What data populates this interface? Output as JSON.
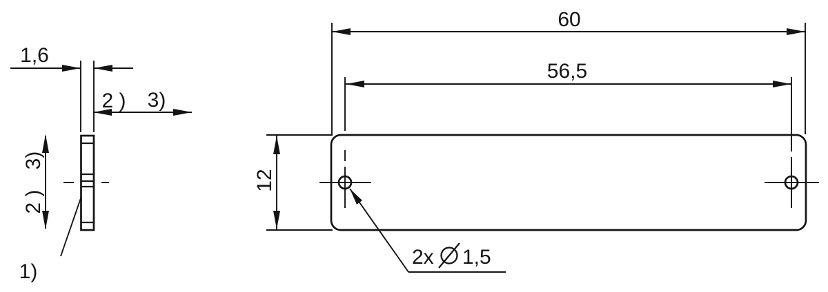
{
  "colors": {
    "ink": "#141414",
    "background": "#ffffff"
  },
  "side_view": {
    "thickness_dim": "1,6",
    "surface_note_2": "2 )",
    "surface_note_3": "3)",
    "height_note_3": "3)",
    "height_note_2": "2 )",
    "footnote_1": "1)"
  },
  "front_view": {
    "overall_width_dim": "60",
    "hole_pitch_dim": "56,5",
    "height_dim": "12",
    "hole_callout_prefix": "2x",
    "hole_callout_value": "1,5",
    "diameter_symbol": "diameter-icon"
  }
}
